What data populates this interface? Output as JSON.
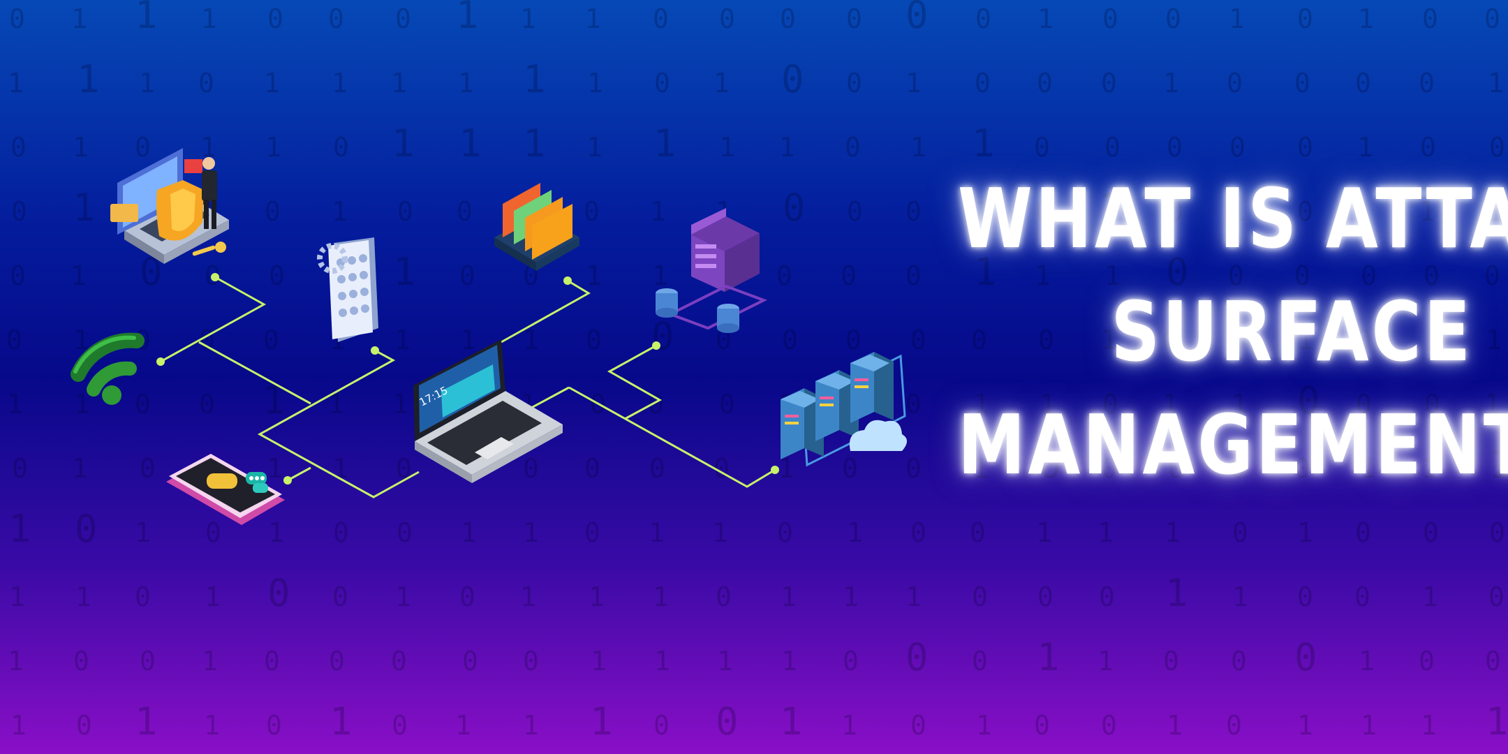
{
  "headline": {
    "line1": "WHAT IS ATTACK",
    "line2": "SURFACE",
    "line3": "MANAGEMENT?"
  },
  "laptop_screen": {
    "clock": "17:15"
  },
  "background": {
    "binary_digits": [
      "0",
      "1"
    ]
  },
  "colors": {
    "gradient_top": "#0649b6",
    "gradient_mid": "#06098a",
    "gradient_bottom": "#8a0fc6",
    "connector_line": "#c8f26a",
    "headline_text": "#ffffff",
    "headline_glow": "#ffffff"
  },
  "icons": [
    "security-laptop-icon",
    "wifi-icon",
    "mobile-apps-icon",
    "chat-phone-icon",
    "folders-icon",
    "database-server-icon",
    "laptop-icon",
    "server-rack-cloud-icon"
  ]
}
